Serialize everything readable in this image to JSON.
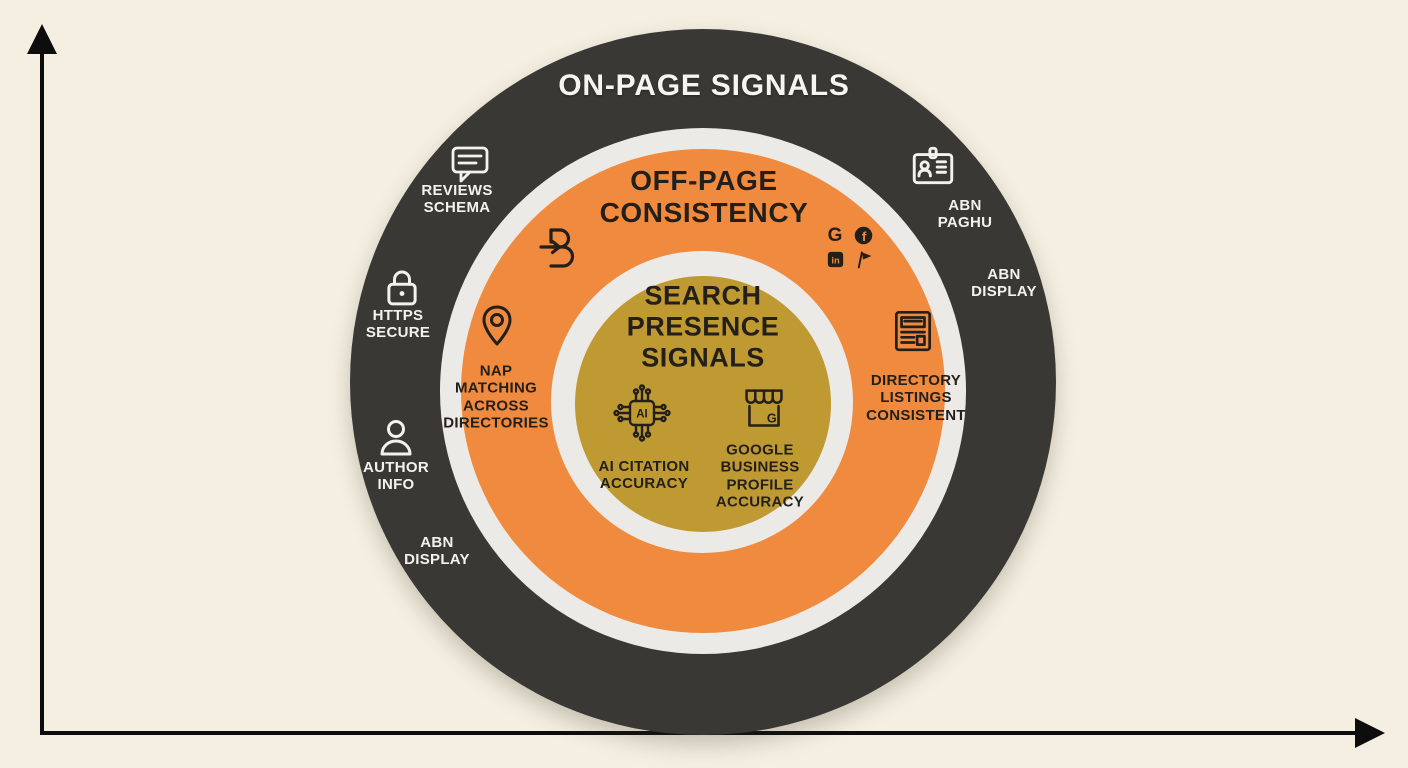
{
  "colors": {
    "background": "#f4efe1",
    "outer_ring": "#3a3834",
    "gap_rings": "#eceae6",
    "middle_ring": "#ef8a3e",
    "inner_circle": "#bf9a33",
    "text_light": "#f4f2ee",
    "text_dark": "#231f1b",
    "axis": "#0d0d0d"
  },
  "diagram": {
    "outer_ring": {
      "title": "ON-PAGE SIGNALS",
      "items": [
        {
          "label": "REVIEWS SCHEMA",
          "icon": "speech-bubble-icon"
        },
        {
          "label": "HTTPS SECURE",
          "icon": "lock-icon"
        },
        {
          "label": "AUTHOR INFO",
          "icon": "person-icon"
        },
        {
          "label": "ABN DISPLAY",
          "icon": null
        },
        {
          "label": "ABN PAGHU",
          "icon": "id-card-icon"
        },
        {
          "label": "ABN DISPLAY",
          "icon": null
        }
      ]
    },
    "middle_ring": {
      "title": "OFF-PAGE CONSISTENCY",
      "items": [
        {
          "label": "NAP MATCHING ACROSS DIRECTORIES",
          "icon": "map-pin-icon"
        },
        {
          "label": "DIRECTORY LISTINGS CONSISTENT",
          "icon": "newspaper-icon"
        }
      ],
      "brand_marks": {
        "b_logo": "b-arrow-logo-icon",
        "google": "G",
        "facebook": "f",
        "linkedin": "in",
        "flag": "flag-icon"
      }
    },
    "inner_circle": {
      "title": "SEARCH PRESENCE SIGNALS",
      "items": [
        {
          "label": "AI CITATION ACCURACY",
          "icon": "ai-chip-icon",
          "icon_text": "AI"
        },
        {
          "label": "GOOGLE BUSINESS PROFILE ACCURACY",
          "icon": "storefront-icon",
          "icon_text": "G"
        }
      ]
    }
  }
}
